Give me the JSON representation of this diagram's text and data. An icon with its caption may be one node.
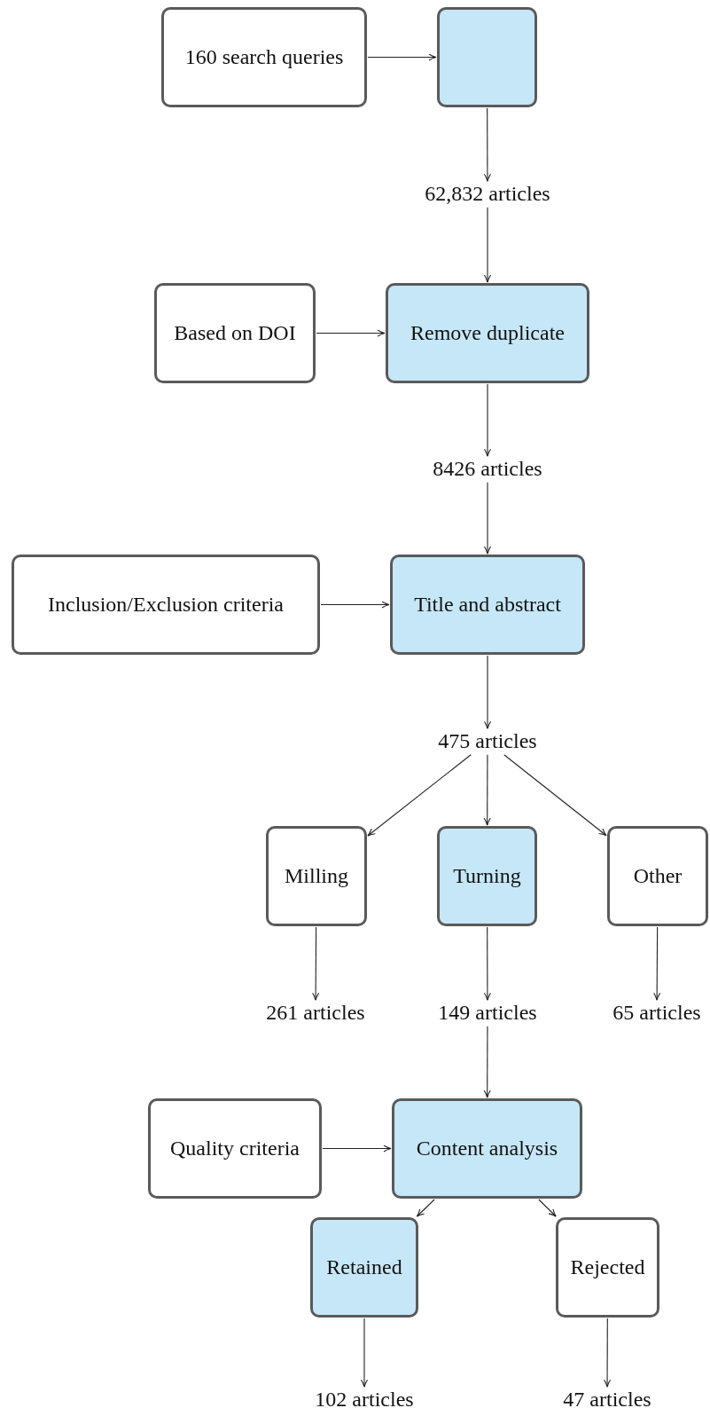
{
  "diagram": {
    "nodes": [
      {
        "text": [
          "160 search queries"
        ]
      },
      {
        "text": [],
        "shape": "box"
      },
      {
        "text": [
          "62,832 articles"
        ]
      },
      {
        "text": [
          "Based on DOI"
        ]
      },
      {
        "text": [
          "Remove duplicate"
        ]
      },
      {
        "text": [
          "8426 articles"
        ]
      },
      {
        "text": [
          "Inclusion/Exclusion criteria"
        ]
      },
      {
        "text": [
          "Title and abstract"
        ]
      },
      {
        "text": [
          "475 articles"
        ]
      },
      {
        "text": [
          "Milling"
        ]
      },
      {
        "text": [
          "Turning"
        ]
      },
      {
        "text": [
          "Other"
        ]
      },
      {
        "text": [
          "261 articles"
        ]
      },
      {
        "text": [
          "149 articles"
        ]
      },
      {
        "text": [
          "65 articles"
        ]
      },
      {
        "text": [
          "Quality criteria"
        ]
      },
      {
        "text": [
          "Content analysis"
        ]
      },
      {
        "text": [
          "Retained"
        ]
      },
      {
        "text": [
          "Rejected"
        ]
      },
      {
        "text": [
          "102 articles"
        ]
      },
      {
        "text": [
          "47 articles"
        ]
      }
    ],
    "edges": [
      {
        "from": 0,
        "to": 1,
        "arrow": "to"
      },
      {
        "from": 1,
        "to": 2,
        "arrow": "to"
      },
      {
        "from": 2,
        "to": 4,
        "arrow": "to"
      },
      {
        "from": 3,
        "to": 4,
        "arrow": "to"
      },
      {
        "from": 4,
        "to": 5,
        "arrow": "to"
      },
      {
        "from": 5,
        "to": 7,
        "arrow": "to"
      },
      {
        "from": 6,
        "to": 7,
        "arrow": "to"
      },
      {
        "from": 7,
        "to": 8,
        "arrow": "to"
      },
      {
        "from": 8,
        "to": 9,
        "arrow": "to"
      },
      {
        "from": 8,
        "to": 10,
        "arrow": "to"
      },
      {
        "from": 8,
        "to": 11,
        "arrow": "to"
      },
      {
        "from": 9,
        "to": 12,
        "arrow": "to"
      },
      {
        "from": 10,
        "to": 13,
        "arrow": "to"
      },
      {
        "from": 11,
        "to": 14,
        "arrow": "to"
      },
      {
        "from": 13,
        "to": 16,
        "arrow": "to"
      },
      {
        "from": 15,
        "to": 16,
        "arrow": "to"
      },
      {
        "from": 16,
        "to": 17,
        "arrow": "to"
      },
      {
        "from": 16,
        "to": 18,
        "arrow": "to"
      },
      {
        "from": 17,
        "to": 19,
        "arrow": "to"
      },
      {
        "from": 18,
        "to": 20,
        "arrow": "to"
      }
    ]
  }
}
